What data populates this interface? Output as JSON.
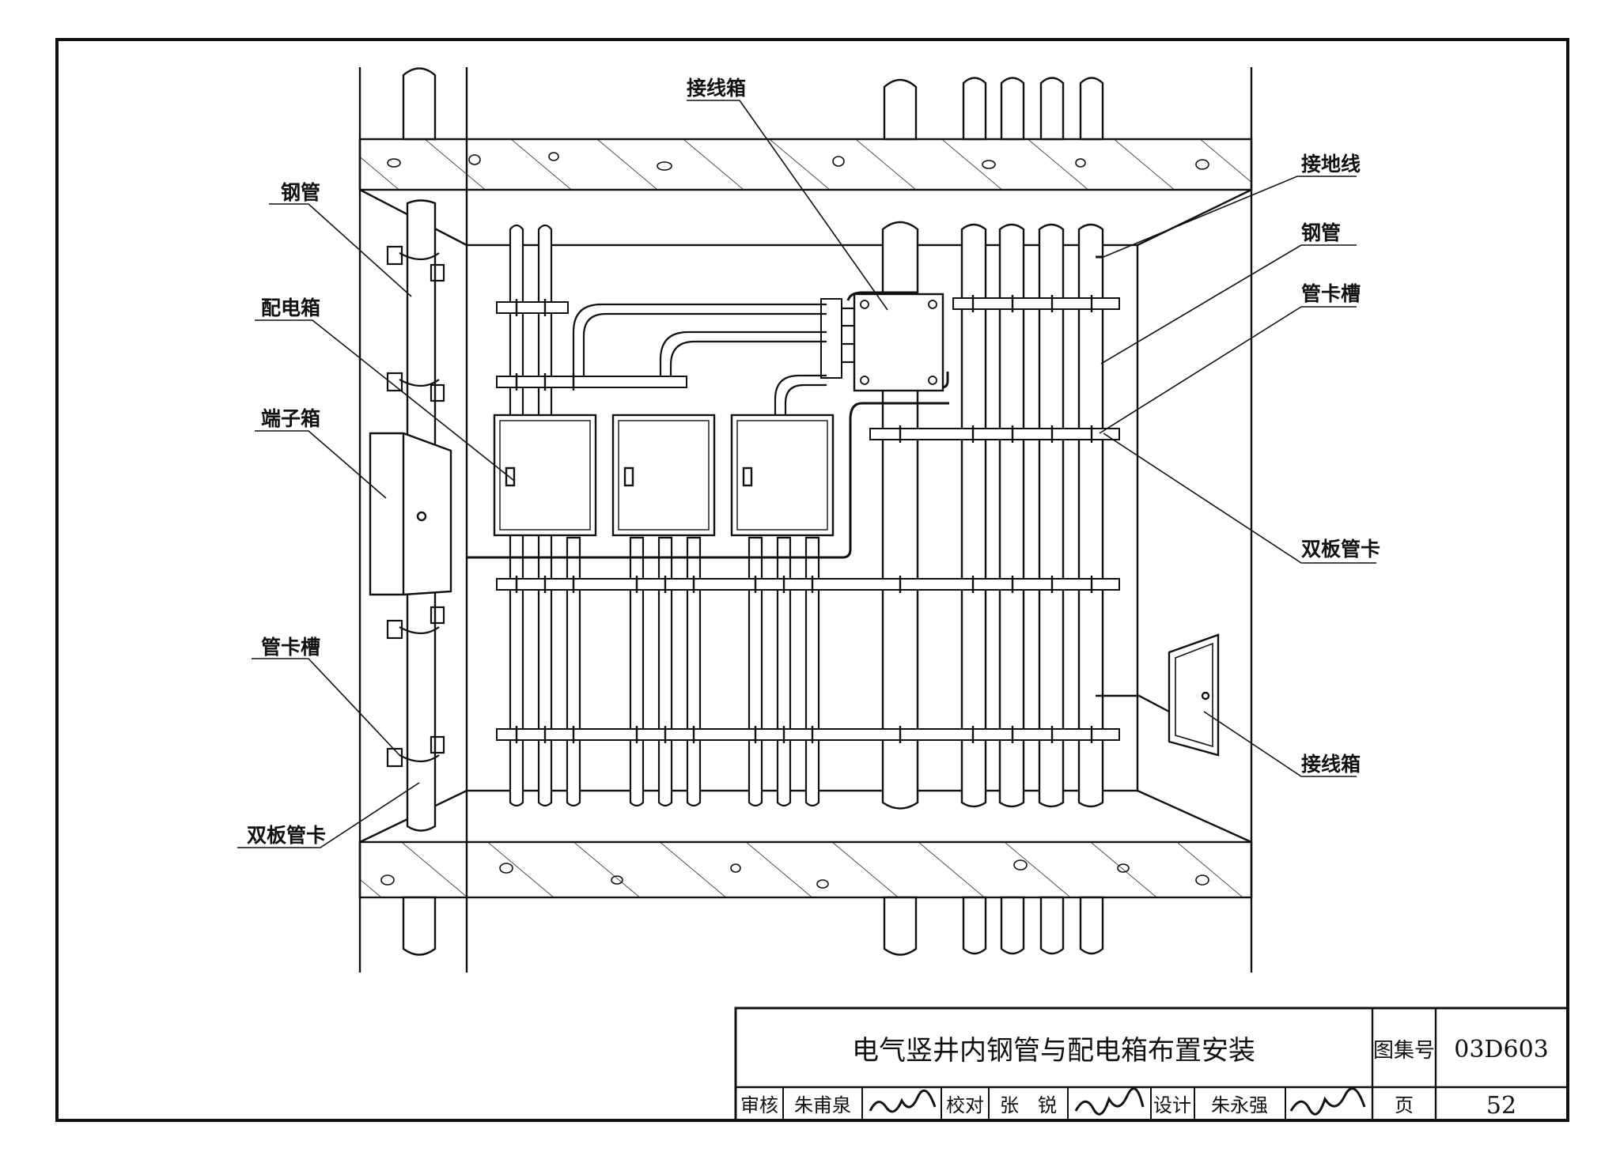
{
  "labels": {
    "steel_pipe_left": "钢管",
    "distribution_box": "配电箱",
    "terminal_box": "端子箱",
    "clamp_channel_left": "管卡槽",
    "double_plate_clamp_left": "双板管卡",
    "junction_box_top": "接线箱",
    "grounding_wire": "接地线",
    "steel_pipe_right": "钢管",
    "clamp_channel_right": "管卡槽",
    "double_plate_clamp_right": "双板管卡",
    "junction_box_bottom": "接线箱"
  },
  "title_block": {
    "title": "电气竖井内钢管与配电箱布置安装",
    "atlas_label": "图集号",
    "atlas_no": "03D603",
    "review_label": "审核",
    "reviewer": "朱甫泉",
    "check_label": "校对",
    "checker": "张　锐",
    "design_label": "设计",
    "designer": "朱永强",
    "page_label": "页",
    "page_no": "52"
  }
}
